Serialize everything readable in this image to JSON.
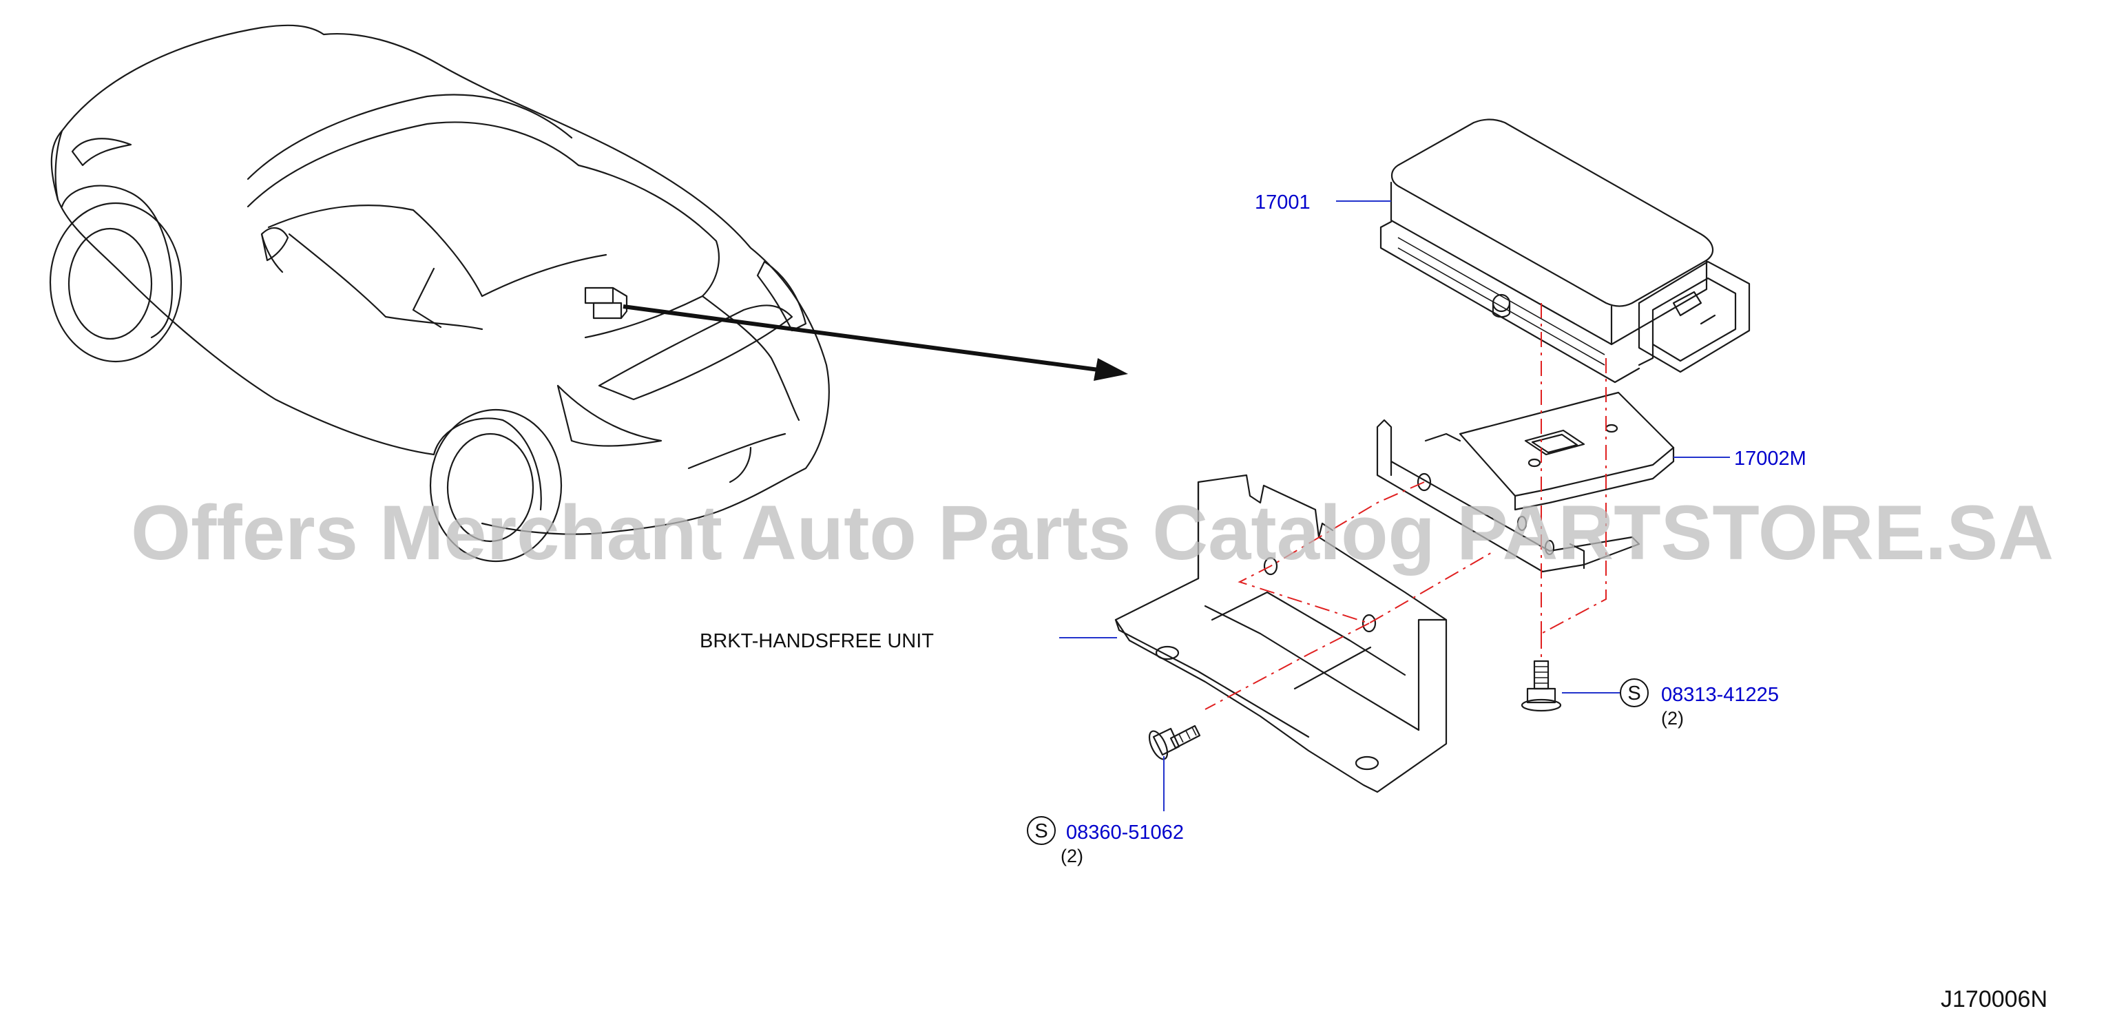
{
  "callouts": {
    "unit": {
      "part_no": "17001"
    },
    "bracket_sub": {
      "part_no": "17002M"
    },
    "bracket_main": {
      "label": "BRKT-HANDSFREE   UNIT"
    },
    "bolt_right": {
      "std_symbol": "S",
      "part_no": "08313-41225",
      "qty": "(2)"
    },
    "bolt_left": {
      "std_symbol": "S",
      "part_no": "08360-51062",
      "qty": "(2)"
    }
  },
  "watermark": "Offers Merchant Auto Parts Catalog PARTSTORE.SA",
  "diagram_code": "J170006N",
  "colors": {
    "part_number": "#0000cc",
    "leader_line": "#2233cc",
    "hidden_line": "#e02020",
    "watermark": "#bdbdbd"
  }
}
